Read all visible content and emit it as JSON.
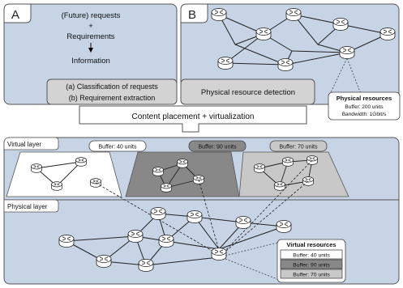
{
  "panel_a": {
    "letter": "A",
    "lines": [
      "(Future) requests",
      "+",
      "Requirements",
      "Information"
    ],
    "footer": [
      "(a) Classification of requests",
      "(b) Requirement extraction"
    ]
  },
  "panel_b": {
    "letter": "B",
    "footer": "Physical resource detection",
    "callout_title": "Physical resources",
    "callout_lines": [
      "Buffer: 200 units",
      "Bandwidth: 1Gbit/s"
    ]
  },
  "placement_label": "Content placement + virtualization",
  "virtual_layer": {
    "label": "Virtual layer",
    "buffers": [
      "Buffer: 40 units",
      "Buffer: 90 units",
      "Buffer: 70 units"
    ]
  },
  "physical_layer": {
    "label": "Physical layer"
  },
  "virtual_resources": {
    "title": "Virtual resources",
    "items": [
      "Buffer: 40 units",
      "Buffer: 90 units",
      "Buffer: 70 units"
    ]
  },
  "colors": {
    "panel_fill": "#c6d4e6",
    "panel_stroke": "#555555",
    "footer_fill": "#d3d3d3",
    "slice_white": "#ffffff",
    "slice_dark": "#888888",
    "slice_light": "#c8c8c8",
    "router_body": "#ffffff"
  },
  "icons": [
    "router-icon",
    "down-arrow-icon"
  ]
}
